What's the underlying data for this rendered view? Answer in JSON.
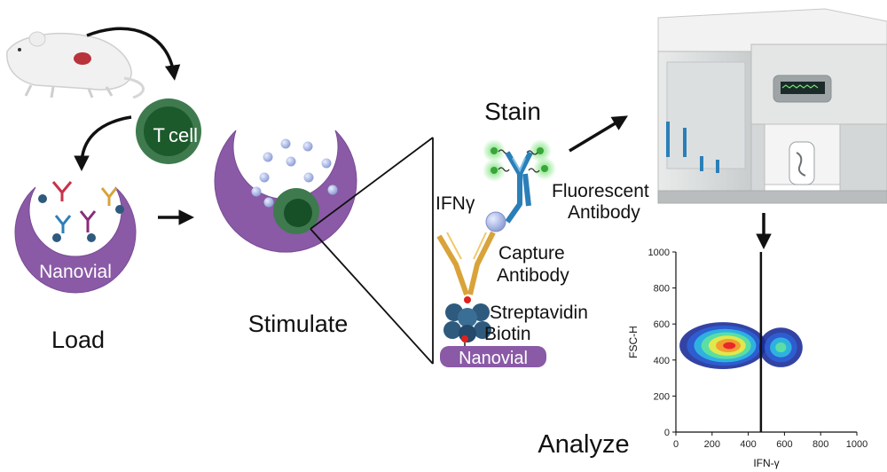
{
  "stages": {
    "load": "Load",
    "stimulate": "Stimulate",
    "stain": "Stain",
    "analyze": "Analyze"
  },
  "labels": {
    "t": "T",
    "cell": "cell",
    "nanovial": "Nanovial",
    "ifng": "IFNγ",
    "fluorescent": "Fluorescent",
    "antibody": "Antibody",
    "capture": "Capture",
    "streptavidin": "Streptavidin",
    "biotin": "Biotin"
  },
  "colors": {
    "nanovial": "#8a5aa6",
    "tcell": "#3e7a4e",
    "tcell_nucleus": "#174f27",
    "fluorescent_antibody": "#2b7fb8",
    "capture_antibody": "#d9a33a",
    "streptavidin": "#2e5a7d",
    "biotin": "#e02020",
    "ifng_bead": "#a9b8e8"
  },
  "icons": [
    "mouse-icon",
    "flow-cytometer-icon"
  ],
  "chart_data": {
    "type": "scatter",
    "title": "",
    "xlabel": "IFN-γ",
    "ylabel": "FSC-H",
    "xlim": [
      0,
      1000
    ],
    "ylim": [
      0,
      1000
    ],
    "xticks": [
      0,
      200,
      400,
      600,
      800,
      1000
    ],
    "yticks": [
      0,
      200,
      400,
      600,
      800,
      1000
    ],
    "gate_x": 470,
    "style": "density",
    "populations": [
      {
        "cx": 260,
        "cy": 480,
        "rx": 240,
        "ry": 130
      },
      {
        "cx": 580,
        "cy": 470,
        "rx": 120,
        "ry": 110
      }
    ],
    "grid": false
  }
}
